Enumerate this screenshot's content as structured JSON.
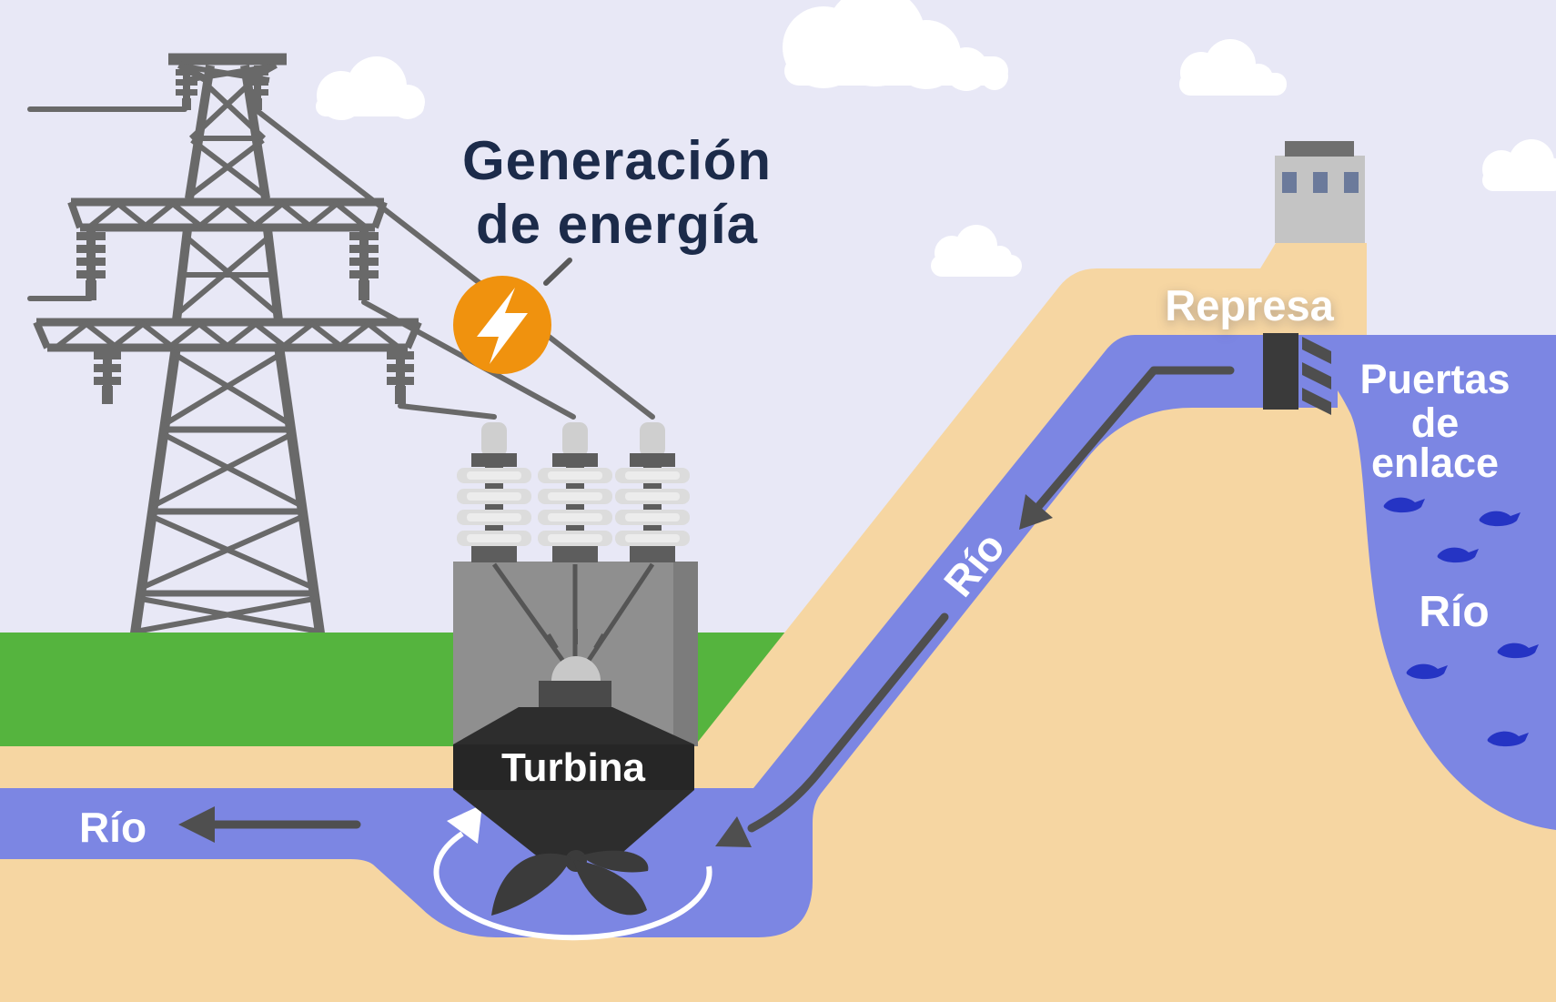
{
  "title": {
    "line1": "Generación",
    "line2": "de energía"
  },
  "labels": {
    "dam": "Represa",
    "gates_line1": "Puertas",
    "gates_line2": "de",
    "gates_line3": "enlace",
    "river_reservoir": "Río",
    "river_channel": "Río",
    "river_left": "Río",
    "turbine": "Turbina"
  },
  "icons": {
    "lightning": "lightning-bolt-icon"
  },
  "colors": {
    "sky": "#e8e8f6",
    "cloud": "#ffffff",
    "grass": "#55b43e",
    "sand": "#f6d6a2",
    "water": "#7c86e3",
    "fish": "#2534c4",
    "tower_gray": "#696969",
    "arrow_gray": "#4f4f4f",
    "title_navy": "#1c2b4a",
    "energy_orange": "#f0920e",
    "turbine_dark": "#2d2d2d",
    "building_gray": "#8f8f8f",
    "dam_building_gray": "#c4c4c4",
    "window_blue": "#6b7a9b"
  }
}
